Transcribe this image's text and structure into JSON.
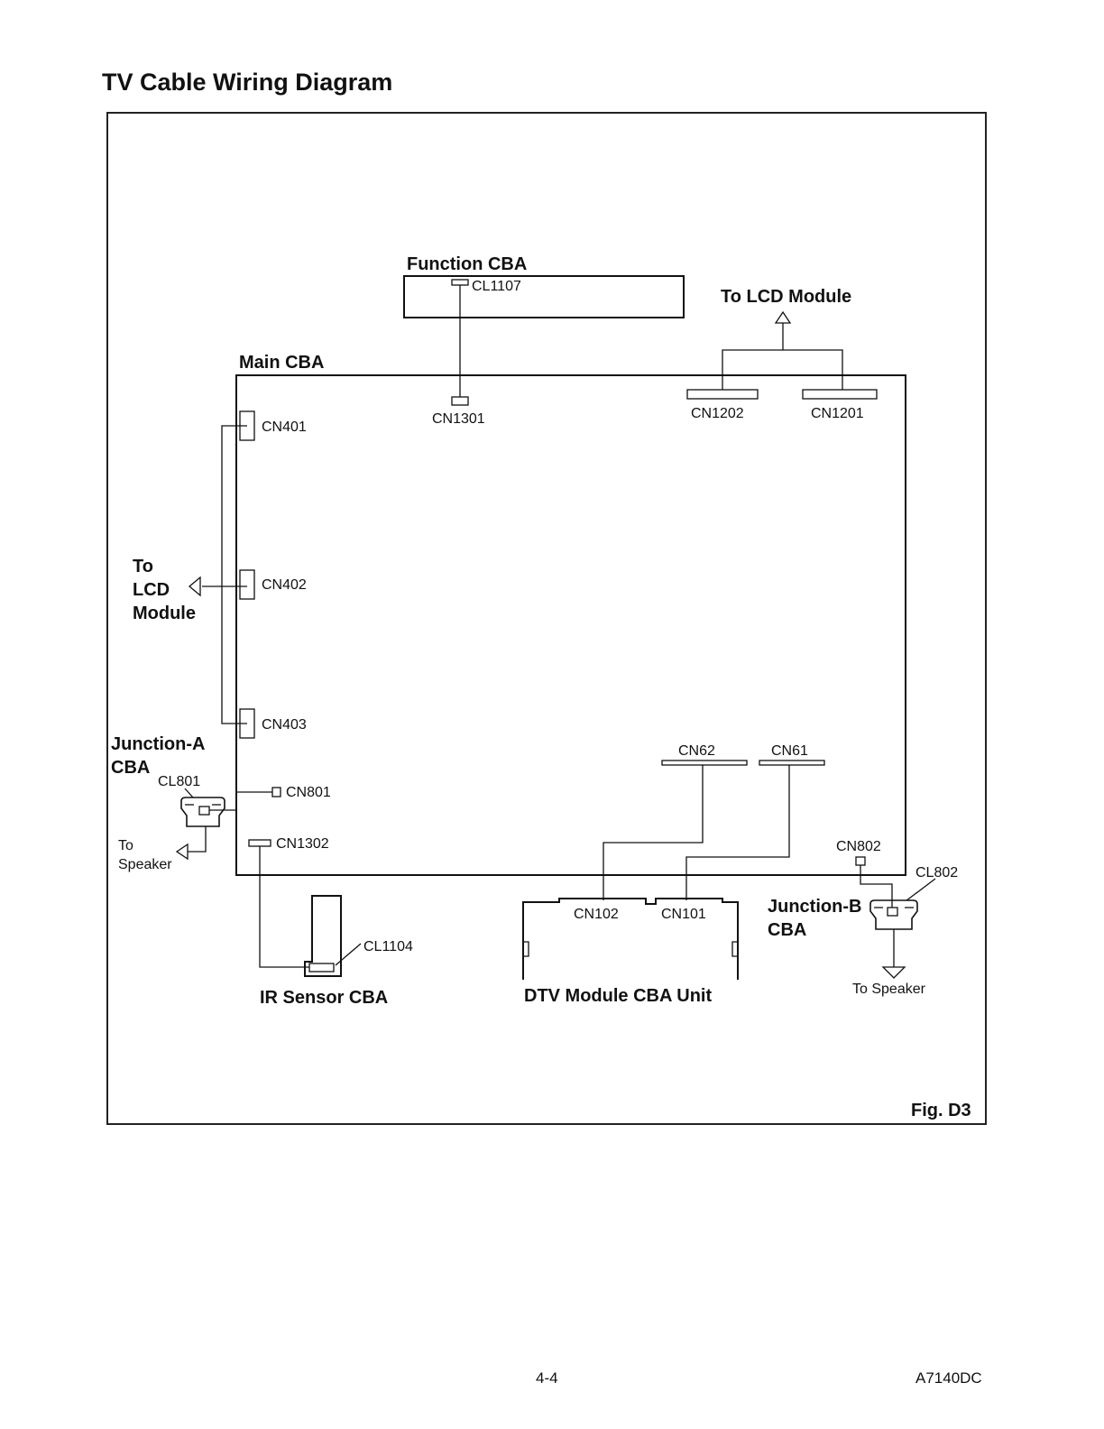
{
  "page": {
    "title": "TV Cable Wiring Diagram",
    "page_number": "4-4",
    "doc_code": "A7140DC",
    "fig_label": "Fig. D3"
  },
  "boards": {
    "function_cba": "Function CBA",
    "main_cba": "Main CBA",
    "junction_a_line1": "Junction-A",
    "junction_a_line2": "CBA",
    "junction_b_line1": "Junction-B",
    "junction_b_line2": "CBA",
    "ir_sensor_cba": "IR Sensor CBA",
    "dtv_module": "DTV Module CBA Unit"
  },
  "destinations": {
    "to_lcd_module_top": "To LCD Module",
    "to_lcd_left_1": "To",
    "to_lcd_left_2": "LCD",
    "to_lcd_left_3": "Module",
    "to_speaker_left_1": "To",
    "to_speaker_left_2": "Speaker",
    "to_speaker_right": "To Speaker"
  },
  "connectors": {
    "cl1107": "CL1107",
    "cn1301": "CN1301",
    "cn1202": "CN1202",
    "cn1201": "CN1201",
    "cn401": "CN401",
    "cn402": "CN402",
    "cn403": "CN403",
    "cn62": "CN62",
    "cn61": "CN61",
    "cl801": "CL801",
    "cn801": "CN801",
    "cn1302": "CN1302",
    "cn802": "CN802",
    "cl802": "CL802",
    "cl1104": "CL1104",
    "cn102": "CN102",
    "cn101": "CN101"
  }
}
